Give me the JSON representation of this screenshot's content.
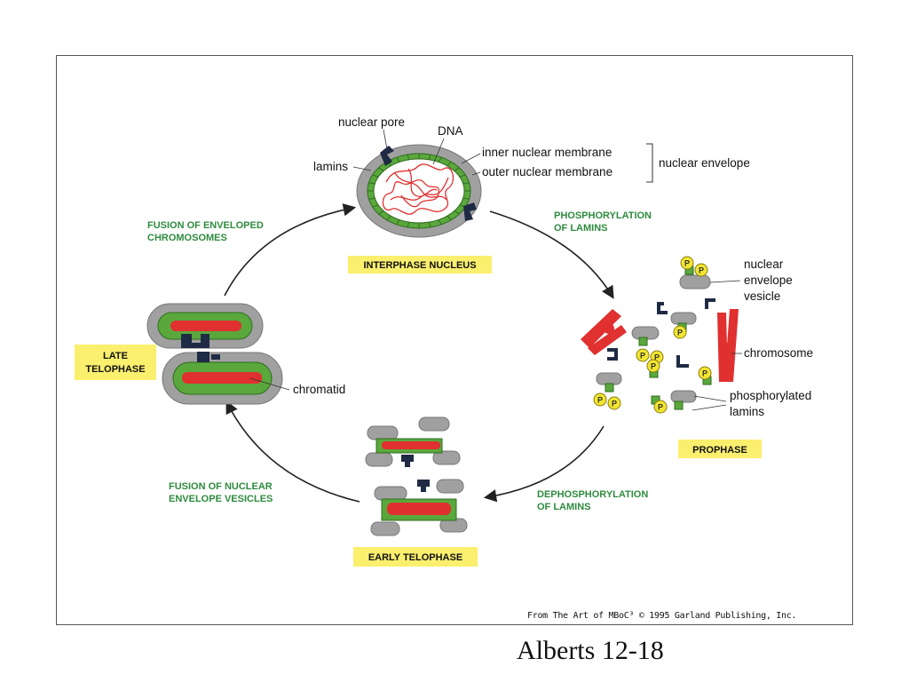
{
  "labels": {
    "nuclear_pore": "nuclear pore",
    "dna": "DNA",
    "lamins": "lamins",
    "inner_membrane": "inner nuclear membrane",
    "outer_membrane": "outer nuclear membrane",
    "nuclear_envelope": "nuclear envelope",
    "vesicle_1": "nuclear",
    "vesicle_2": "envelope",
    "vesicle_3": "vesicle",
    "chromosome": "chromosome",
    "phos_1": "phosphorylated",
    "phos_2": "lamins",
    "chromatid": "chromatid",
    "p": "P"
  },
  "processes": {
    "fusion_enveloped_1": "FUSION OF ENVELOPED",
    "fusion_enveloped_2": "CHROMOSOMES",
    "phosphorylation_1": "PHOSPHORYLATION",
    "phosphorylation_2": "OF LAMINS",
    "dephosphorylation_1": "DEPHOSPHORYLATION",
    "dephosphorylation_2": "OF LAMINS",
    "fusion_vesicles_1": "FUSION OF NUCLEAR",
    "fusion_vesicles_2": "ENVELOPE VESICLES"
  },
  "stages": {
    "interphase": "INTERPHASE NUCLEUS",
    "prophase": "PROPHASE",
    "early_telophase": "EARLY TELOPHASE",
    "late_telophase_1": "LATE",
    "late_telophase_2": "TELOPHASE"
  },
  "credit": "From The Art of MBoC³ © 1995 Garland Publishing, Inc.",
  "caption": "Alberts 12-18",
  "colors": {
    "membrane": "#a0a0a0",
    "lamina": "#5aa83c",
    "dna": "#e03030",
    "pore": "#1f2a44",
    "phosphate": "#f2e531",
    "stage_box": "#fbef6e",
    "process_text": "#2e8b3e"
  }
}
